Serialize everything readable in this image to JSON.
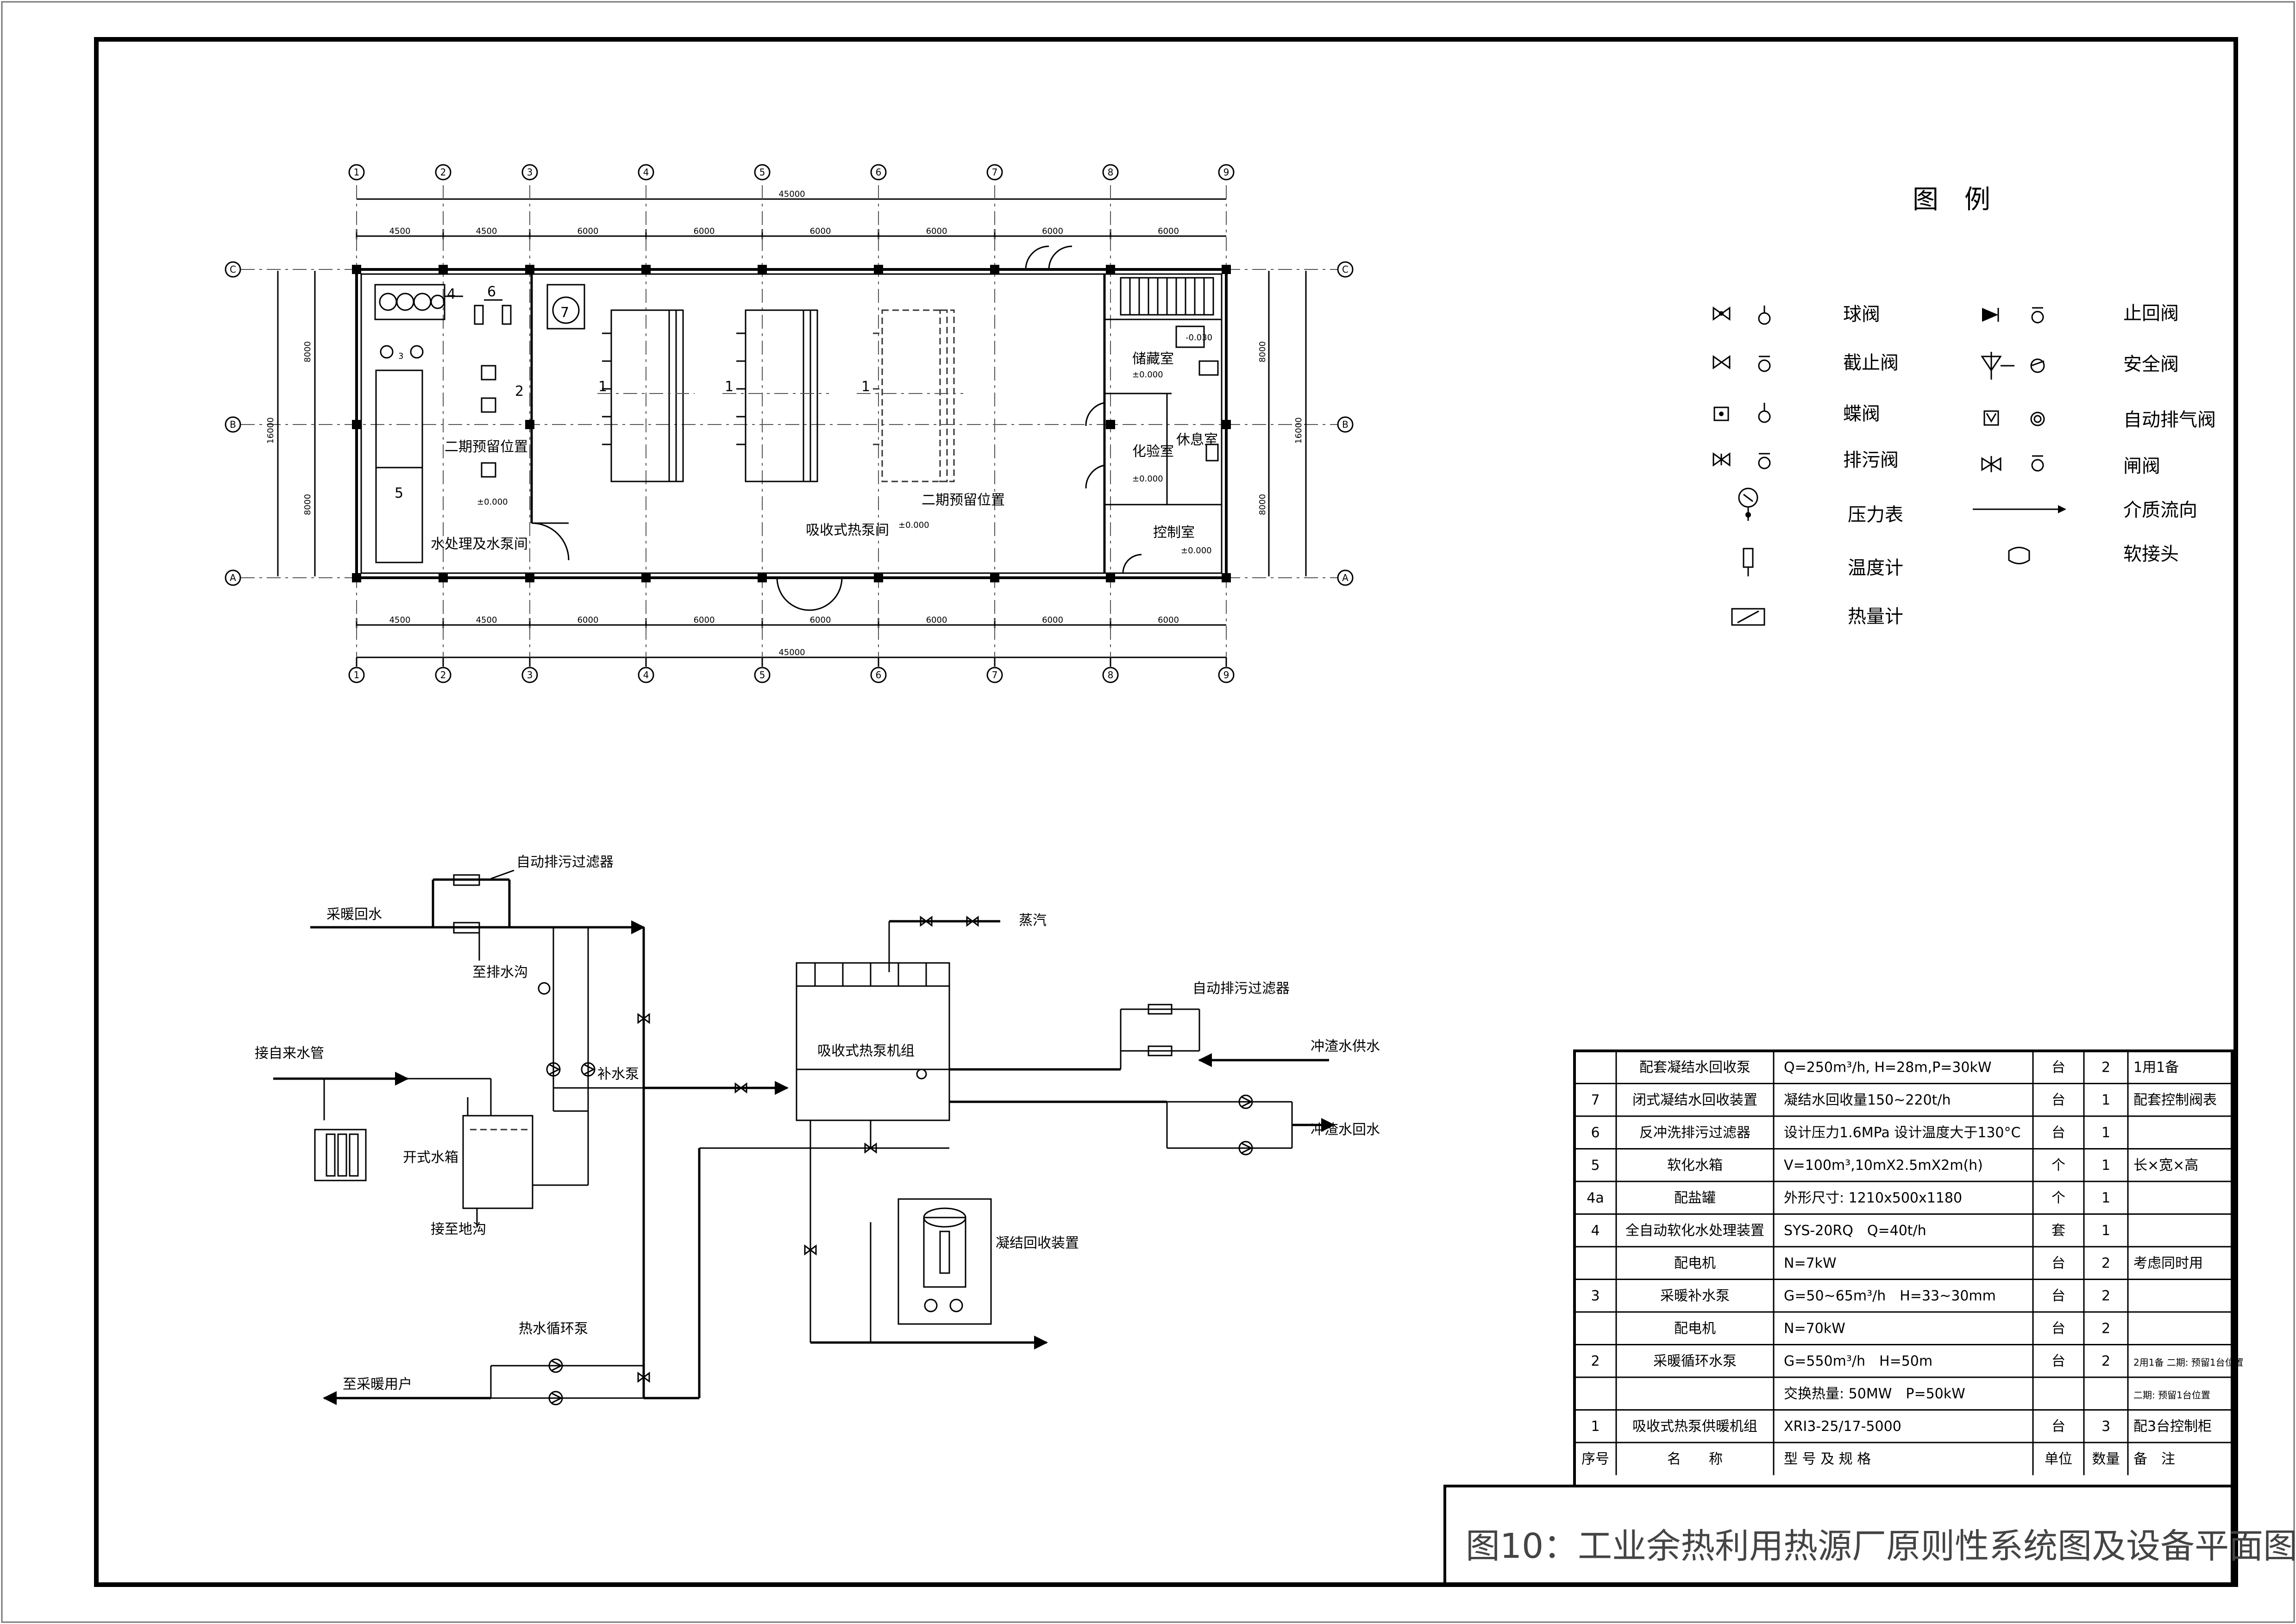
{
  "title": "图10：工业余热利用热源厂原则性系统图及设备平面图",
  "plan": {
    "axis_numbers": [
      "1",
      "2",
      "3",
      "4",
      "5",
      "6",
      "7",
      "8",
      "9"
    ],
    "axis_letters": [
      "A",
      "B",
      "C"
    ],
    "total_width": "45000",
    "total_depth": "16000",
    "bay_dims": [
      "4500",
      "4500",
      "6000",
      "6000",
      "6000",
      "6000",
      "6000",
      "6000"
    ],
    "depth_dims": [
      "8000",
      "8000"
    ],
    "rooms": {
      "storage": "储藏室",
      "lab": "化验室",
      "rest": "休息室",
      "control": "控制室",
      "pump_hall": "吸收式热泵间",
      "water_treatment": "水处理及水泵间",
      "reserve_1": "二期预留位置",
      "reserve_2": "二期预留位置"
    },
    "level": "±0.000",
    "level_2": "-0.030",
    "equipment_tags": [
      "1",
      "1",
      "1",
      "2",
      "3",
      "4",
      "5",
      "6",
      "7"
    ]
  },
  "legend": {
    "heading": "图　例",
    "items": [
      {
        "label": "球阀"
      },
      {
        "label": "截止阀"
      },
      {
        "label": "蝶阀"
      },
      {
        "label": "排污阀"
      },
      {
        "label": "压力表"
      },
      {
        "label": "温度计"
      },
      {
        "label": "热量计"
      },
      {
        "label": "止回阀"
      },
      {
        "label": "安全阀"
      },
      {
        "label": "自动排气阀"
      },
      {
        "label": "闸阀"
      },
      {
        "label": "介质流向"
      },
      {
        "label": "软接头"
      }
    ]
  },
  "schematic": {
    "labels": {
      "auto_filter_1": "自动排污过滤器",
      "return_heating": "采暖回水",
      "to_drain": "至排水沟",
      "steam": "蒸汽",
      "tap_water": "接自来水管",
      "makeup_pump": "补水泵",
      "open_tank": "开式水箱",
      "to_floor_drain": "接至地沟",
      "heat_pump_unit": "吸收式热泵机组",
      "auto_filter_2": "自动排污过滤器",
      "flush_supply": "冲渣水供水",
      "flush_return": "冲渣水回水",
      "condensate_device": "凝结回收装置",
      "circ_pump": "热水循环泵",
      "to_users": "至采暖用户"
    }
  },
  "equipment_table": {
    "header": {
      "no": "序号",
      "name": "名　　称",
      "spec": "型 号 及 规 格",
      "unit": "单位",
      "qty": "数量",
      "note": "备　注"
    },
    "rows": [
      {
        "no": "",
        "name": "配套凝结水回收泵",
        "spec": "Q=250m³/h, H=28m,P=30kW",
        "unit": "台",
        "qty": "2",
        "note": "1用1备"
      },
      {
        "no": "7",
        "name": "闭式凝结水回收装置",
        "spec": "凝结水回收量150~220t/h",
        "unit": "台",
        "qty": "1",
        "note": "配套控制阀表"
      },
      {
        "no": "6",
        "name": "反冲洗排污过滤器",
        "spec": "设计压力1.6MPa 设计温度大于130°C",
        "unit": "台",
        "qty": "1",
        "note": ""
      },
      {
        "no": "5",
        "name": "软化水箱",
        "spec": "V=100m³,10mX2.5mX2m(h)",
        "unit": "个",
        "qty": "1",
        "note": "长×宽×高"
      },
      {
        "no": "4a",
        "name": "配盐罐",
        "spec": "外形尺寸: 1210x500x1180",
        "unit": "个",
        "qty": "1",
        "note": ""
      },
      {
        "no": "4",
        "name": "全自动软化水处理装置",
        "spec": "SYS-20RQ　Q=40t/h",
        "unit": "套",
        "qty": "1",
        "note": ""
      },
      {
        "no": "",
        "name": "配电机",
        "spec": "N=7kW",
        "unit": "台",
        "qty": "2",
        "note": "考虑同时用"
      },
      {
        "no": "3",
        "name": "采暖补水泵",
        "spec": "G=50~65m³/h　H=33~30mm",
        "unit": "台",
        "qty": "2",
        "note": ""
      },
      {
        "no": "",
        "name": "配电机",
        "spec": "N=70kW",
        "unit": "台",
        "qty": "2",
        "note": ""
      },
      {
        "no": "2",
        "name": "采暖循环水泵",
        "spec": "G=550m³/h　H=50m",
        "unit": "台",
        "qty": "2",
        "note": "2用1备 二期: 预留1台位置"
      },
      {
        "no": "",
        "name": "",
        "spec": "交换热量: 50MW　P=50kW",
        "unit": "",
        "qty": "",
        "note": "二期: 预留1台位置"
      },
      {
        "no": "1",
        "name": "吸收式热泵供暖机组",
        "spec": "XRI3-25/17-5000",
        "unit": "台",
        "qty": "3",
        "note": "配3台控制柜"
      }
    ]
  }
}
